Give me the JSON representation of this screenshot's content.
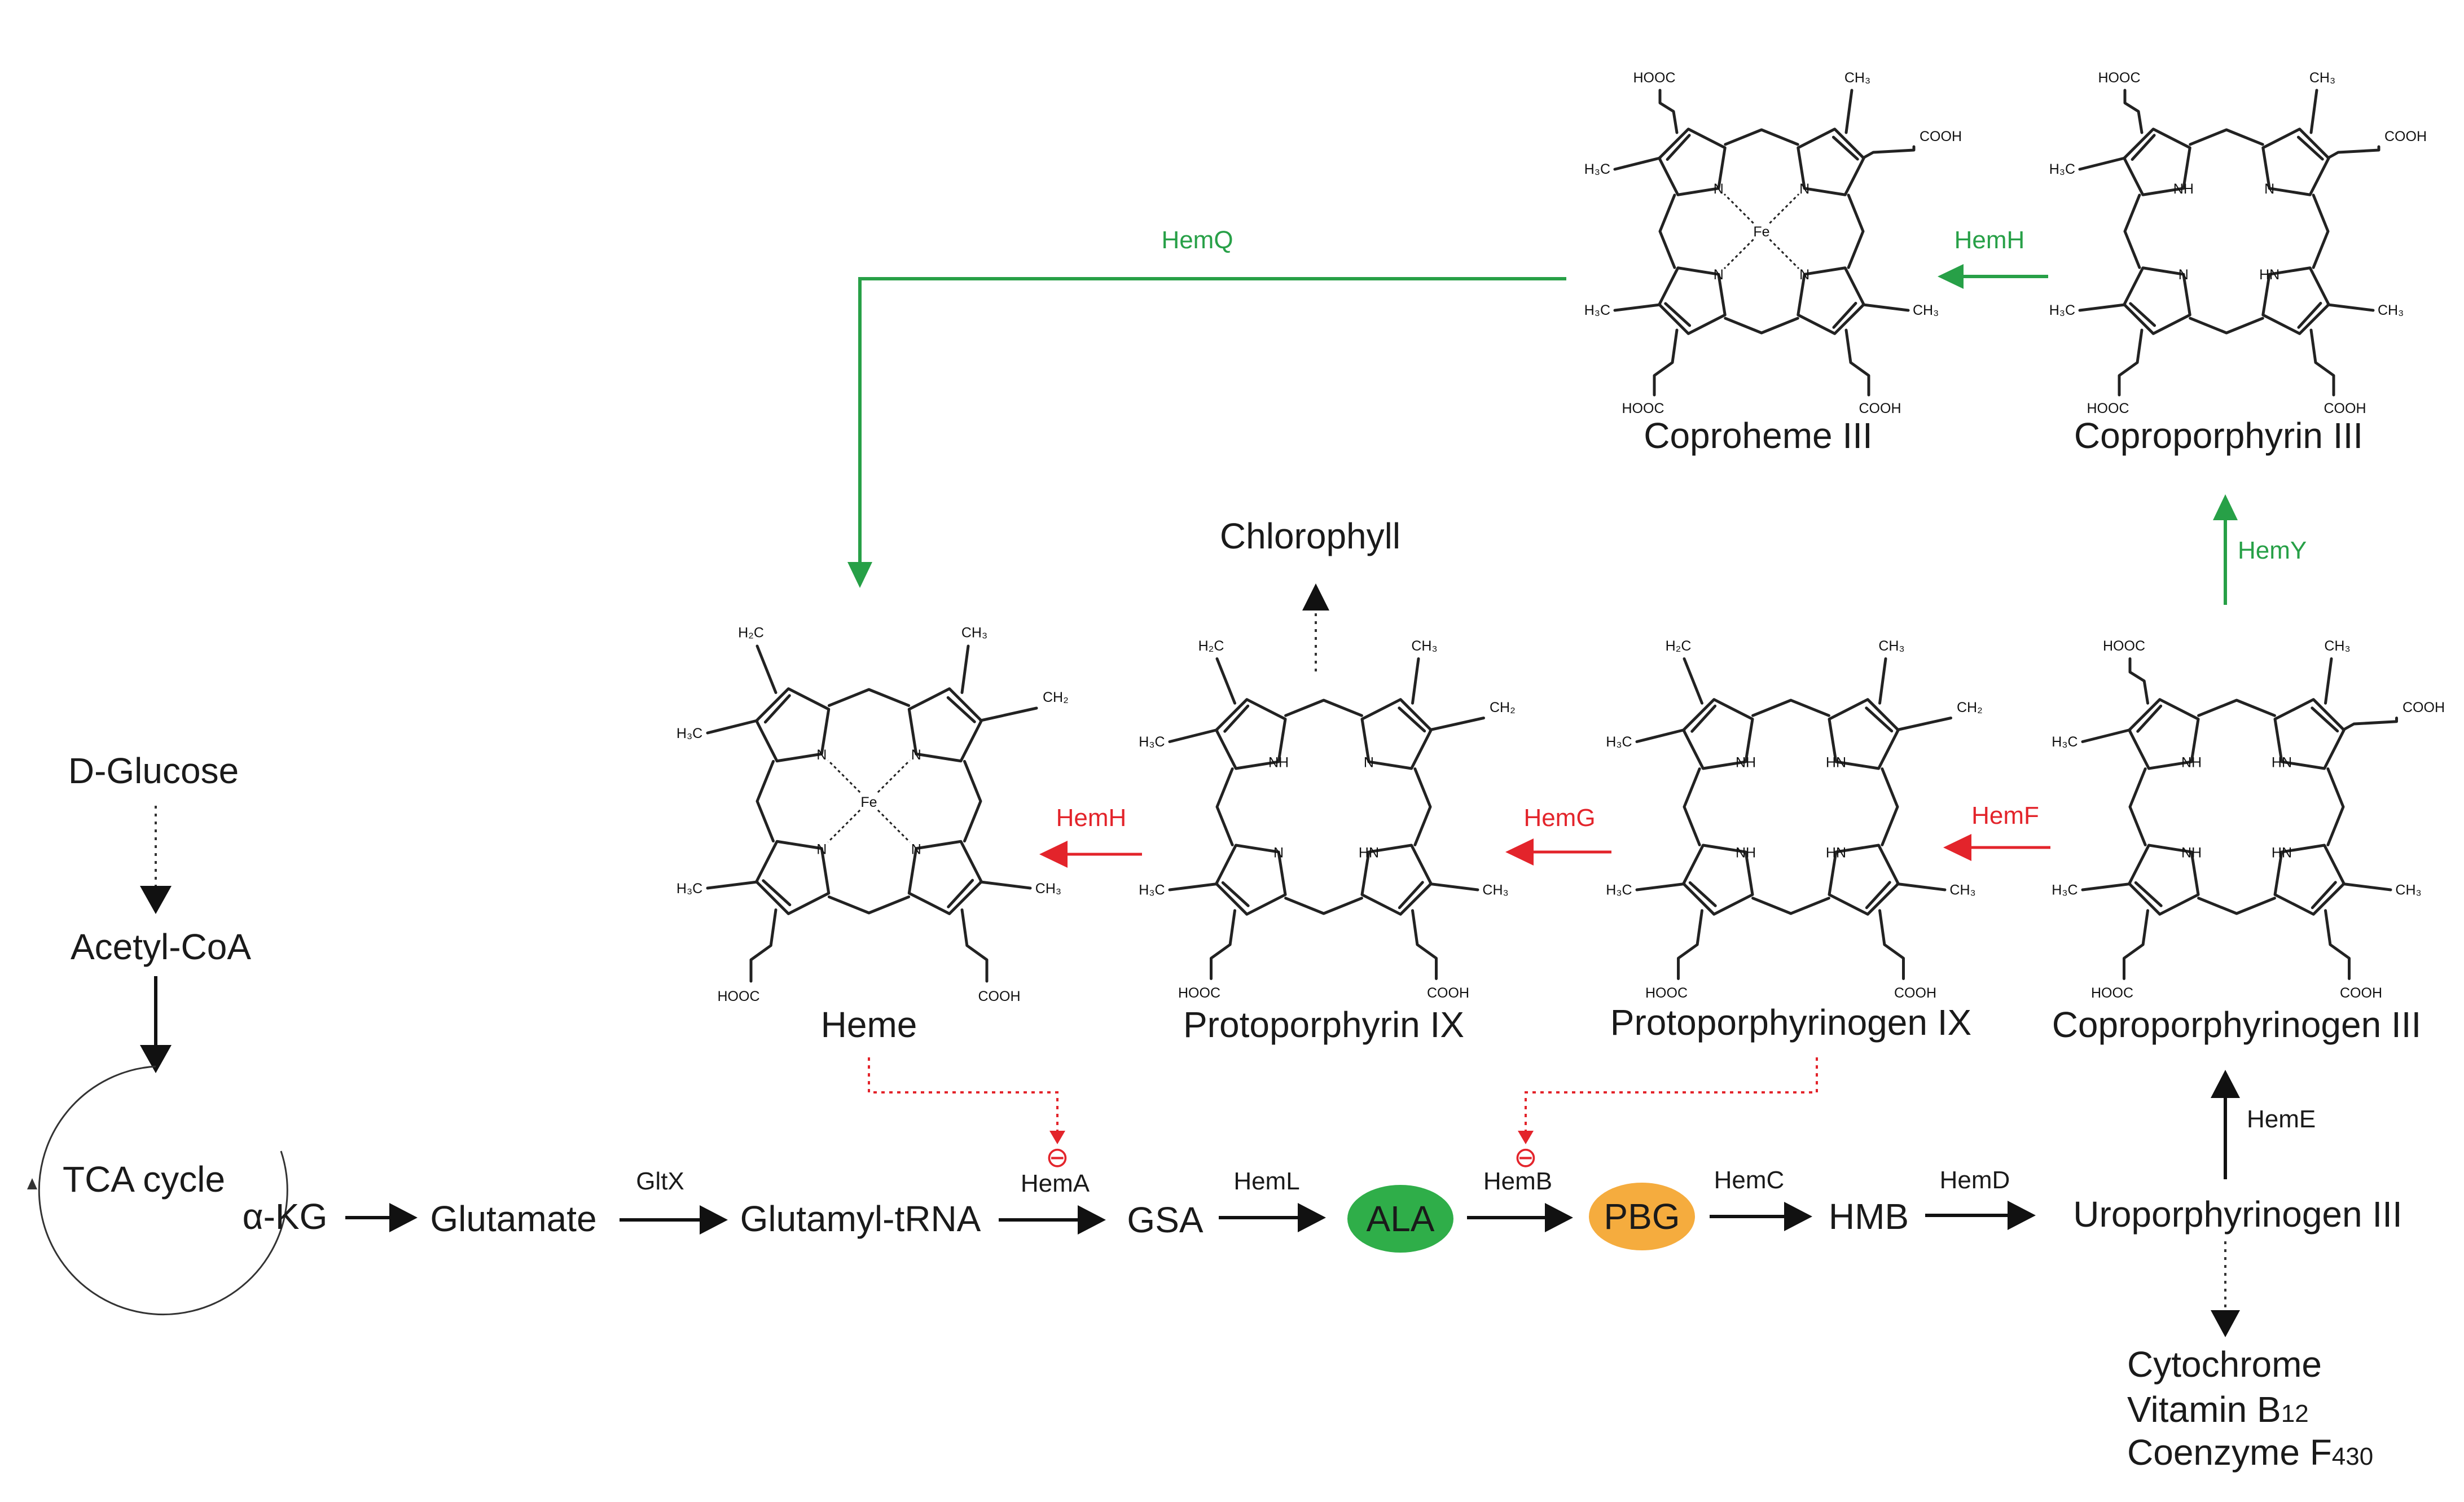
{
  "colors": {
    "green": "#27a047",
    "red": "#e3242b",
    "ala_fill": "#2fae49",
    "pbg_fill": "#f5ac3e",
    "text": "#1a1a1a"
  },
  "metabolites": {
    "d_glucose": "D-Glucose",
    "acetyl_coa": "Acetyl-CoA",
    "tca_cycle": "TCA cycle",
    "akg": "α-KG",
    "glutamate": "Glutamate",
    "glutamyl_trna": "Glutamyl-tRNA",
    "gsa": "GSA",
    "ala": "ALA",
    "pbg": "PBG",
    "hmb": "HMB",
    "uroporphyrinogen": "Uroporphyrinogen III",
    "coproporphyrinogen": "Coproporphyrinogen III",
    "protoporphyrinogen": "Protoporphyrinogen IX",
    "protoporphyrin": "Protoporphyrin IX",
    "heme": "Heme",
    "chlorophyll": "Chlorophyll",
    "coproporphyrin": "Coproporphyrin III",
    "coproheme": "Coproheme III",
    "cytochrome": "Cytochrome",
    "vitamin_b12_base": "Vitamin B",
    "vitamin_b12_sub": "12",
    "coenzyme_f430_base": "Coenzyme F",
    "coenzyme_f430_sub": "430"
  },
  "enzymes": {
    "gltx": "GltX",
    "hema": "HemA",
    "heml": "HemL",
    "hemb": "HemB",
    "hemc": "HemC",
    "hemd": "HemD",
    "heme_enz": "HemE",
    "hemf": "HemF",
    "hemg": "HemG",
    "hemh_red": "HemH",
    "hemy": "HemY",
    "hemh_green": "HemH",
    "hemq": "HemQ"
  },
  "structure_atoms": {
    "n": "N",
    "nh": "NH",
    "hn": "HN",
    "fe": "Fe",
    "ch3": "CH₃",
    "h3c": "H₃C",
    "ch2": "CH₂",
    "h2c": "H₂C",
    "cooh": "COOH",
    "hooc": "HOOC"
  },
  "symbols": {
    "inhibit": "⊖"
  }
}
